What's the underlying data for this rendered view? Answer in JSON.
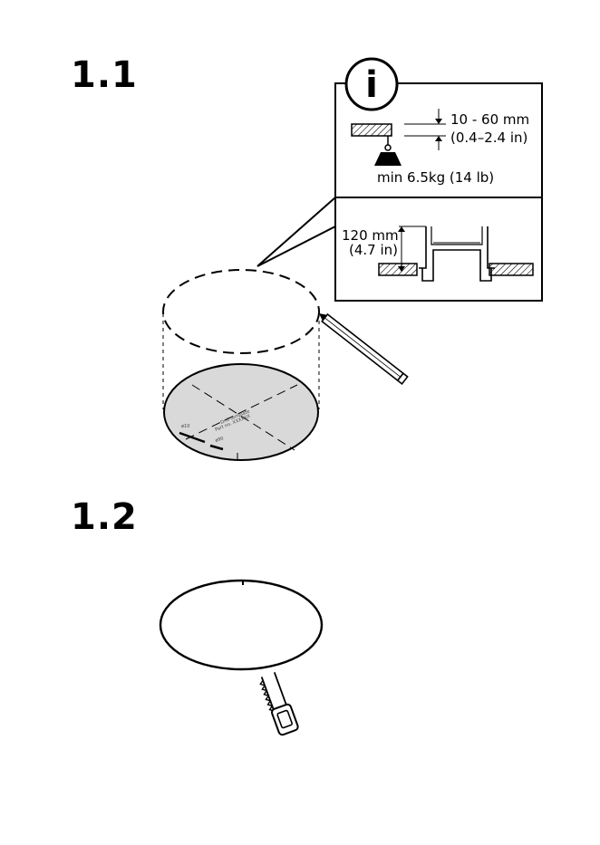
{
  "steps": [
    {
      "number": "1.1"
    },
    {
      "number": "1.2"
    }
  ],
  "info_panel": {
    "icon": "info-icon",
    "icon_letter": "i",
    "ceiling_thickness_mm": "10 - 60 mm",
    "ceiling_thickness_in": "(0.4–2.4 in)",
    "min_load": "min 6.5kg (14 lb)",
    "depth_mm": "120 mm",
    "depth_in": "(4.7 in)"
  },
  "template": {
    "line1": "Drill template",
    "line2": "Part no. XXXXXX",
    "mark_a": "ø10",
    "mark_b": "ø90"
  }
}
